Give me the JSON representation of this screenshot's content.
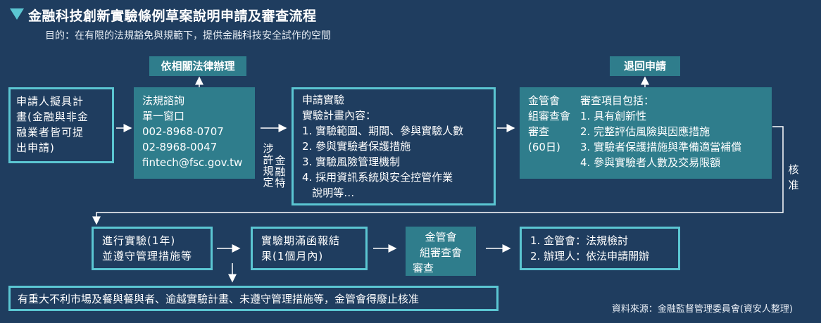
{
  "title": "金融科技創新實驗條例草案說明申請及審查流程",
  "subtitle": "目的：在有限的法規豁免與規範下，提供金融科技安全試作的空間",
  "applicant": {
    "lines": [
      "申請人擬具計",
      "畫(金融與非金",
      "融業者皆可提",
      "出申請)"
    ]
  },
  "legal_route": "依相關法律辦理",
  "consult": {
    "lines": [
      "法規諮詢",
      "單一窗口",
      "002-8968-0707",
      "02-8968-0047",
      "fintech@fsc.gov.tw"
    ]
  },
  "fintech_note_left": [
    "金",
    "融",
    "特"
  ],
  "fintech_note_right": [
    "涉",
    "許",
    "規",
    "定"
  ],
  "application": {
    "lines": [
      "申請實驗",
      "實驗計畫內容：",
      "1. 實驗範圍、期間、參與實驗人數",
      "2. 參與實驗者保護措施",
      "3. 實驗風險管理機制",
      "4. 採用資訊系統與安全控管作業",
      "   說明等…"
    ]
  },
  "return_request": "退回申請",
  "review": {
    "left_lines": [
      "金管會",
      "組審查會",
      "審查",
      "(60日)"
    ],
    "right_lines": [
      "審查項目包括：",
      "1. 具有創新性",
      "2. 完整評估風險與因應措施",
      "3. 實驗者保護措施與準備適當補償",
      "4. 參與實驗者人數及交易限額"
    ]
  },
  "approve": [
    "核",
    "准"
  ],
  "conduct": {
    "lines": [
      "進行實驗(1年)",
      "並遵守管理措施等"
    ]
  },
  "report": {
    "lines": [
      "實驗期滿函報結",
      "果(1個月內)"
    ]
  },
  "committee": {
    "lines": [
      "金管會",
      "組審查會",
      "審查"
    ]
  },
  "outcome": {
    "lines": [
      "1. 金管會：法規檢討",
      "2. 辦理人：依法申請開辦"
    ]
  },
  "revoke": "有重大不利市場及餐與餐與者、逾越實驗計畫、未遵守管理措施等，金管會得廢止核准",
  "source": "資料來源：金融監督管理委員會(資安人整理)",
  "colors": {
    "background": "#1f3d5f",
    "accent": "#5bc6d2",
    "fill": "#2f7d8c",
    "text": "#ffffff"
  }
}
